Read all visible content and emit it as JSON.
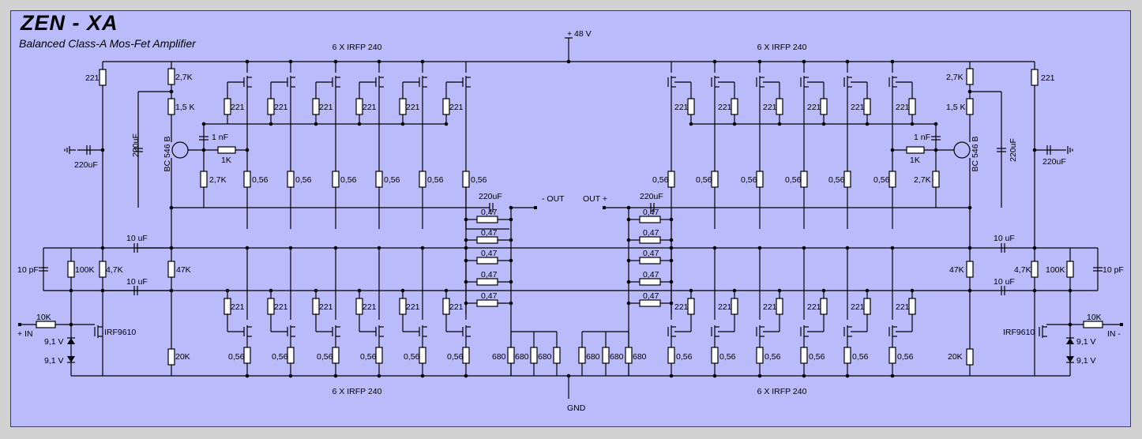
{
  "header": {
    "title": "ZEN - XA",
    "subtitle": "Balanced Class-A Mos-Fet Amplifier"
  },
  "rails": {
    "supply": "+ 48 V",
    "ground": "GND",
    "bank_label": "6 X IRFP 240"
  },
  "outputs": {
    "left": "- OUT",
    "right": "OUT +"
  },
  "inputs": {
    "left": "+ IN",
    "right": "IN -"
  },
  "components": {
    "r221": "221",
    "r27k": "2,7K",
    "r15k": "1,5 K",
    "r1k": "1K",
    "r056": "0,56",
    "r047": "0,47",
    "r680": "680",
    "r47k": "47K",
    "r100k": "100K",
    "r4_7k": "4,7K",
    "r10k": "10K",
    "r20k": "20K",
    "c1nf": "1 nF",
    "c220uf": "220uF",
    "c10uf": "10 uF",
    "c10pf": "10 pF",
    "transistor_bc": "BC 546 B",
    "mosfet_p": "IRF9610",
    "zener": "9,1 V"
  }
}
